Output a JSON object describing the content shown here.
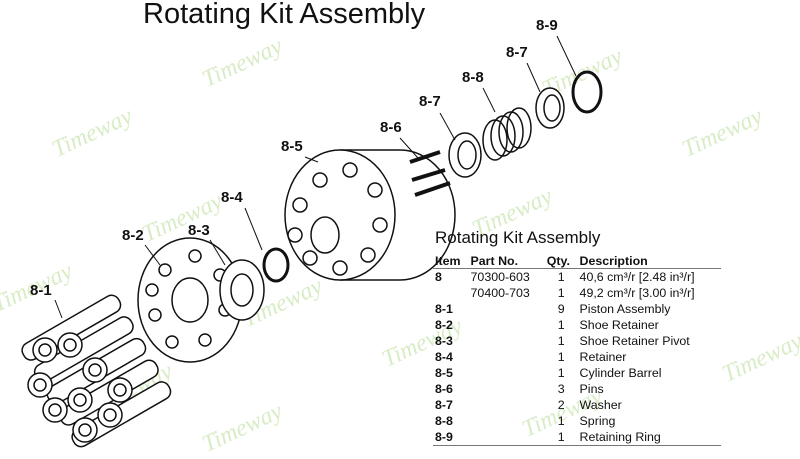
{
  "title": "Rotating Kit Assembly",
  "callouts": [
    "8-1",
    "8-2",
    "8-3",
    "8-4",
    "8-5",
    "8-6",
    "8-7",
    "8-8",
    "8-7",
    "8-9"
  ],
  "watermark": "Timeway",
  "table": {
    "title": "Rotating Kit Assembly",
    "headers": [
      "Item",
      "Part No.",
      "Qty.",
      "Description"
    ],
    "rows": [
      {
        "item": "8",
        "part": "70300-603",
        "qty": "1",
        "desc": "40,6 cm³/r [2.48 in³/r]"
      },
      {
        "item": "",
        "part": "70400-703",
        "qty": "1",
        "desc": "49,2 cm³/r [3.00 in³/r]"
      },
      {
        "item": "8-1",
        "part": "",
        "qty": "9",
        "desc": "Piston Assembly"
      },
      {
        "item": "8-2",
        "part": "",
        "qty": "1",
        "desc": "Shoe Retainer"
      },
      {
        "item": "8-3",
        "part": "",
        "qty": "1",
        "desc": "Shoe Retainer Pivot"
      },
      {
        "item": "8-4",
        "part": "",
        "qty": "1",
        "desc": "Retainer"
      },
      {
        "item": "8-5",
        "part": "",
        "qty": "1",
        "desc": "Cylinder Barrel"
      },
      {
        "item": "8-6",
        "part": "",
        "qty": "3",
        "desc": "Pins"
      },
      {
        "item": "8-7",
        "part": "",
        "qty": "2",
        "desc": "Washer"
      },
      {
        "item": "8-8",
        "part": "",
        "qty": "1",
        "desc": "Spring"
      },
      {
        "item": "8-9",
        "part": "",
        "qty": "1",
        "desc": "Retaining Ring"
      }
    ]
  }
}
